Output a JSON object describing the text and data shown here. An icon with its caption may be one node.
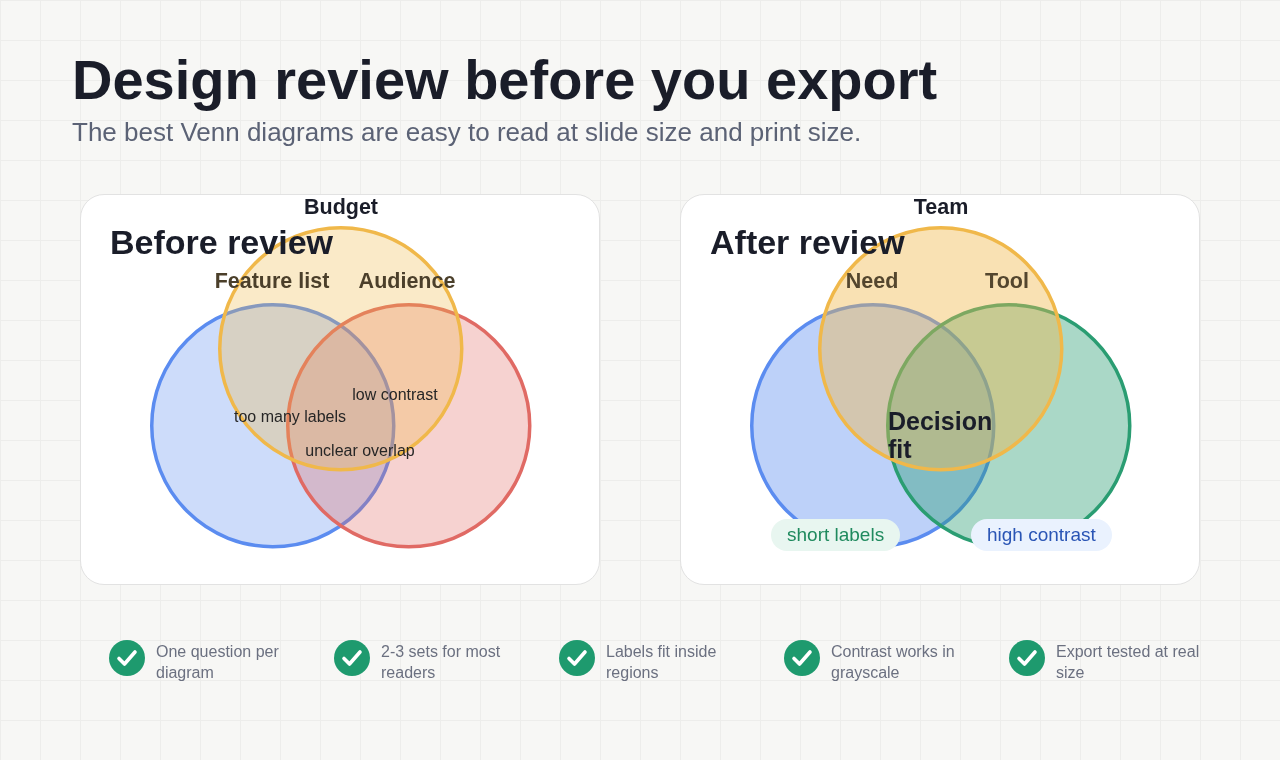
{
  "diagram": {
    "title": "Design review before you export",
    "nodes": [
      {
        "text": [
          "Before review"
        ]
      },
      {
        "text": [
          "Budget"
        ],
        "in": 0
      },
      {
        "text": [],
        "shape": "circle",
        "in": 0
      },
      {
        "text": [],
        "shape": "circle",
        "in": 0
      },
      {
        "text": [
          "After review"
        ]
      },
      {
        "text": [
          "Team"
        ],
        "in": 4
      },
      {
        "text": [],
        "shape": "circle",
        "in": 4
      },
      {
        "text": [],
        "shape": "circle",
        "in": 4
      },
      {
        "text": [
          "short labels"
        ],
        "in": 4
      },
      {
        "text": [
          "high contrast"
        ],
        "in": 4
      }
    ],
    "labels": [
      "The best Venn diagrams are easy to read at slide size and print size.",
      "Feature list",
      "Audience",
      "low contrast",
      "too many labels",
      "unclear overlap",
      "Need",
      "Tool",
      "Decision fit",
      "One question per diagram",
      "2-3 sets for most readers",
      "Labels fit inside regions",
      "Contrast works in grayscale",
      "Export tested at real size"
    ]
  }
}
